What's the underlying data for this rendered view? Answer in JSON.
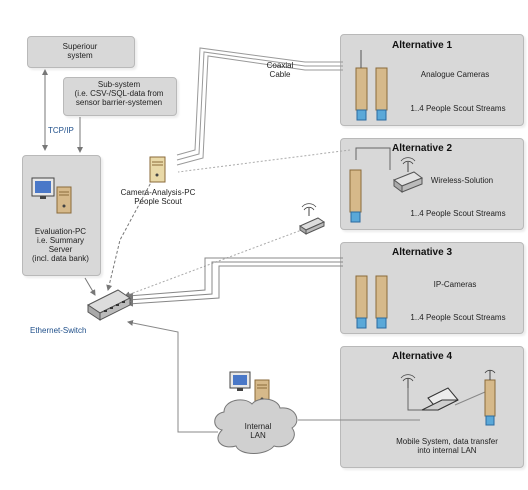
{
  "superior": {
    "label": "Superiour\nsystem"
  },
  "subsystem": {
    "label": "Sub-system\n(i.e. CSV-/SQL-data from\nsensor barrier-systemen"
  },
  "tcpip": "TCP/IP",
  "evaluation": {
    "label": "Evaluation-PC\ni.e. Summary\nServer\n(incl. data bank)"
  },
  "camera_pc": {
    "label": "Camera-Analysis-PC\nPeople Scout"
  },
  "switch": {
    "label": "Ethernet-Switch"
  },
  "lan": {
    "label": "Internal\nLAN"
  },
  "coax": "Coaxial\nCable",
  "alternatives": [
    {
      "title": "Alternative 1",
      "label": "Analogue Cameras",
      "streams": "1..4 People Scout Streams"
    },
    {
      "title": "Alternative 2",
      "label": "Wireless-Solution",
      "streams": "1..4 People Scout Streams"
    },
    {
      "title": "Alternative 3",
      "label": "IP-Cameras",
      "streams": "1..4 People Scout Streams"
    },
    {
      "title": "Alternative 4",
      "label": "Mobile System, data transfer\ninto internal LAN"
    }
  ],
  "colors": {
    "box": "#d8d8d8",
    "wire": "#8a8a8a",
    "label_blue": "#1f4f8a",
    "camera": "#d6b98a",
    "lens": "#5aa8d8"
  }
}
